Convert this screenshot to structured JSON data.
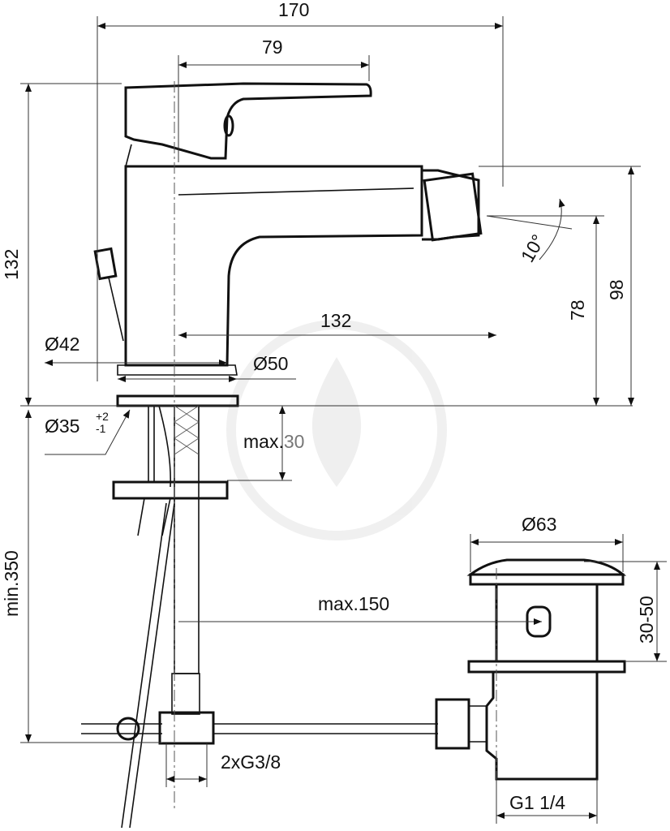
{
  "drawing": {
    "title": "Bidet mixer dimension drawing",
    "dimensions": {
      "overall_width": "170",
      "lever_length": "79",
      "total_height": "132",
      "spout_reach": "132",
      "body_diameter": "Ø42",
      "base_diameter": "Ø50",
      "hole_diameter": "Ø35",
      "hole_tol_plus": "+2",
      "hole_tol_minus": "-1",
      "max_deck": "max.",
      "max_deck_value": "30",
      "spout_height": "78",
      "outlet_height": "98",
      "angle": "10°",
      "min_hose": "min.350",
      "max_pull": "max.150",
      "waste_diameter": "Ø63",
      "waste_range": "30-50",
      "connections": "2xG3/8",
      "waste_thread": "G1 1/4"
    }
  }
}
